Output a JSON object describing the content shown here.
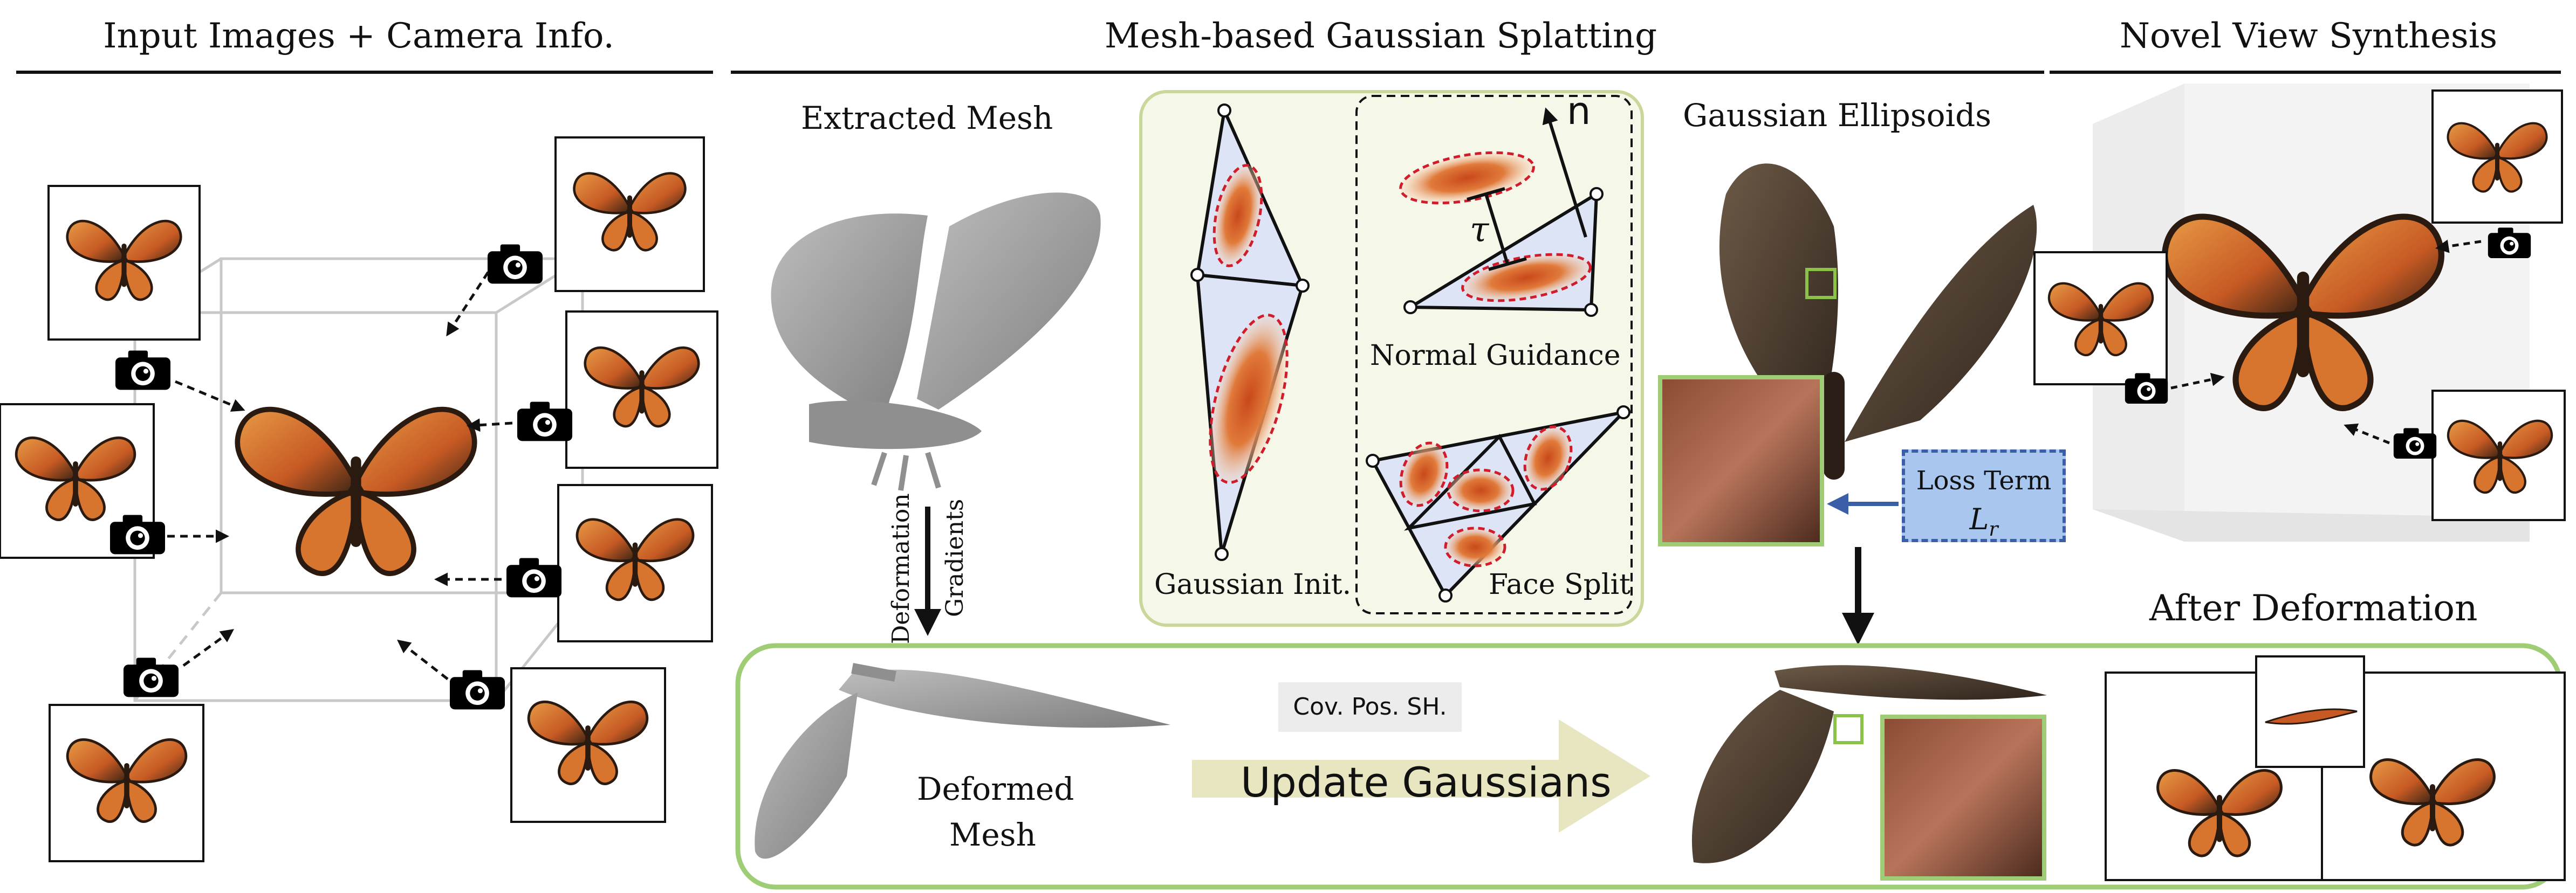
{
  "sections": {
    "input": "Input Images + Camera Info.",
    "mgs": "Mesh-based Gaussian Splatting",
    "nvs": "Novel View Synthesis"
  },
  "labels": {
    "extracted_mesh": "Extracted Mesh",
    "gaussian_ellipsoids": "Gaussian Ellipsoids",
    "normal_guidance": "Normal Guidance",
    "gaussian_init": "Gaussian Init.",
    "face_split": "Face Split",
    "tau": "τ",
    "n": "n",
    "after_deformation": "After Deformation",
    "deformed_mesh_1": "Deformed",
    "deformed_mesh_2": "Mesh",
    "deformation": "Deformation",
    "gradients": "Gradients",
    "loss_term": "Loss Term",
    "loss_symbol": "L",
    "loss_sub": "r",
    "tags": "Cov.  Pos.  SH.",
    "update_gaussians": "Update Gaussians"
  },
  "colors": {
    "panel_fill": "#f5f7e9",
    "panel_border": "#c9d79a",
    "green_frame": "#9fcd75",
    "triangle_fill": "#dce4f5",
    "gaussian_orange": "#d76b2a",
    "gaussian_outline": "#d11d2b",
    "loss_fill": "#a9c6ee",
    "loss_border": "#3a5fa7",
    "arrow_fill": "#e7e6c0",
    "mesh_gray": "#9a9a9a"
  },
  "icons": [
    "camera-icon",
    "butterfly-image",
    "mesh-shape"
  ]
}
